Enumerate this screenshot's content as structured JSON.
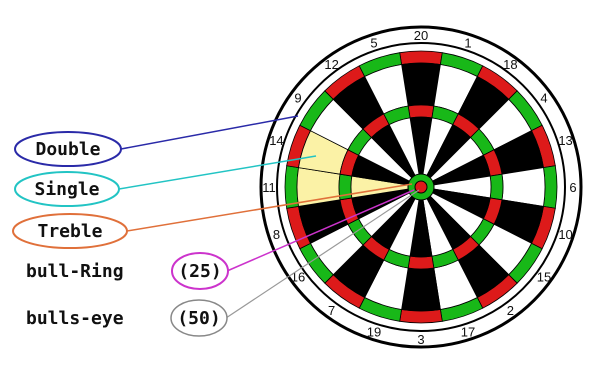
{
  "board": {
    "numbers": [
      "20",
      "1",
      "18",
      "4",
      "13",
      "6",
      "10",
      "15",
      "2",
      "17",
      "3",
      "19",
      "7",
      "16",
      "8",
      "11",
      "14",
      "9",
      "12",
      "5"
    ]
  },
  "legend": {
    "double": "Double",
    "single": "Single",
    "treble": "Treble",
    "bull_ring": "bull-Ring",
    "bull_ring_value": "(25)",
    "bulls_eye": "bulls-eye",
    "bulls_eye_value": "(50)"
  },
  "colors": {
    "double_outline": "#2a2aa8",
    "single_outline": "#22c4c4",
    "treble_outline": "#e0703a",
    "bull_ring_outline": "#cc33cc",
    "bulls_eye_outline": "#888888",
    "highlight": "#fbf2a6",
    "ring_red": "#dd1a1a",
    "ring_green": "#18b818",
    "segment_dark": "#000000",
    "segment_light": "#ffffff"
  }
}
